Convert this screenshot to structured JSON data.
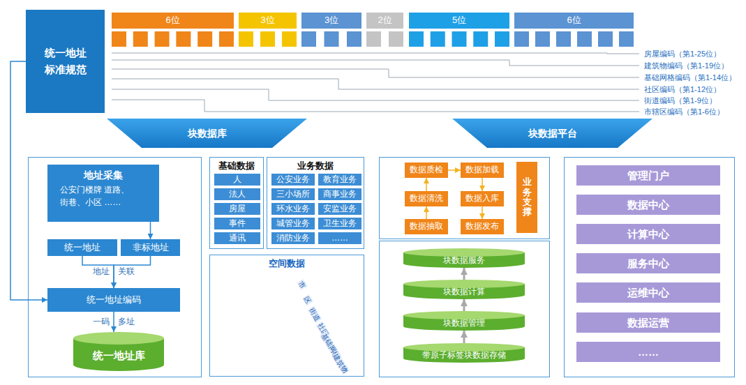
{
  "diagram": {
    "nodes": [
      {
        "text": [
          "统一地址 标准规范"
        ]
      },
      {
        "text": [
          "6位"
        ]
      },
      {
        "text": [
          "3位"
        ]
      },
      {
        "text": [
          "3位"
        ]
      },
      {
        "text": [
          "2位"
        ]
      },
      {
        "text": [
          "5位"
        ]
      },
      {
        "text": [
          "6位"
        ]
      },
      {
        "text": [
          "块数据库"
        ]
      },
      {
        "text": [
          "块数据平台"
        ]
      },
      {
        "text": [
          "地址采集",
          "公安门楼牌 道路、街巷、小区 ……"
        ]
      },
      {
        "text": [
          "统一地址"
        ]
      },
      {
        "text": [
          "非标地址"
        ]
      },
      {
        "text": [
          "统一地址编码"
        ]
      },
      {
        "text": [
          "统一地址库"
        ]
      },
      {
        "text": [
          "基础数据"
        ]
      },
      {
        "text": [
          "人"
        ],
        "in": 14
      },
      {
        "text": [
          "法人"
        ],
        "in": 14
      },
      {
        "text": [
          "房屋"
        ],
        "in": 14
      },
      {
        "text": [
          "事件"
        ],
        "in": 14
      },
      {
        "text": [
          "通讯"
        ],
        "in": 14
      },
      {
        "text": [
          "业务数据"
        ]
      },
      {
        "text": [
          "公安业务"
        ],
        "in": 20
      },
      {
        "text": [
          "教育业务"
        ],
        "in": 20
      },
      {
        "text": [
          "三小场所"
        ],
        "in": 20
      },
      {
        "text": [
          "商事业务"
        ],
        "in": 20
      },
      {
        "text": [
          "环水业务"
        ],
        "in": 20
      },
      {
        "text": [
          "安监业务"
        ],
        "in": 20
      },
      {
        "text": [
          "城管业务"
        ],
        "in": 20
      },
      {
        "text": [
          "卫生业务"
        ],
        "in": 20
      },
      {
        "text": [
          "消防业务"
        ],
        "in": 20
      },
      {
        "text": [
          "……"
        ],
        "in": 20
      },
      {
        "text": [
          "空间数据"
        ]
      },
      {
        "text": [
          "数据质检"
        ]
      },
      {
        "text": [
          "数据加载"
        ]
      },
      {
        "text": [
          "数据清洗"
        ]
      },
      {
        "text": [
          "数据入库"
        ]
      },
      {
        "text": [
          "数据抽取"
        ]
      },
      {
        "text": [
          "数据发布"
        ]
      },
      {
        "text": [
          "业务支撑"
        ]
      },
      {
        "text": [
          "块数据服务"
        ]
      },
      {
        "text": [
          "块数据计算"
        ]
      },
      {
        "text": [
          "块数据管理"
        ]
      },
      {
        "text": [
          "带原子标签块数据存储"
        ]
      },
      {
        "text": [
          "管理门户"
        ]
      },
      {
        "text": [
          "数据中心"
        ]
      },
      {
        "text": [
          "计算中心"
        ]
      },
      {
        "text": [
          "服务中心"
        ]
      },
      {
        "text": [
          "运维中心"
        ]
      },
      {
        "text": [
          "数据运营"
        ]
      },
      {
        "text": [
          "……"
        ]
      }
    ],
    "edges": [
      {
        "from": 9,
        "to": 11,
        "arrow": "to"
      },
      {
        "from": 10,
        "to": 12,
        "arrow": "to"
      },
      {
        "from": 11,
        "to": 12,
        "arrow": "to"
      },
      {
        "from": 0,
        "to": 12,
        "arrow": "to"
      },
      {
        "from": 12,
        "to": 13,
        "arrow": "to"
      },
      {
        "from": 36,
        "to": 34,
        "arrow": "to"
      },
      {
        "from": 34,
        "to": 32,
        "arrow": "to"
      },
      {
        "from": 32,
        "to": 33,
        "arrow": "to"
      },
      {
        "from": 33,
        "to": 35,
        "arrow": "to"
      },
      {
        "from": 35,
        "to": 37,
        "arrow": "to"
      },
      {
        "from": 42,
        "to": 41,
        "arrow": "to"
      },
      {
        "from": 41,
        "to": 40,
        "arrow": "to"
      },
      {
        "from": 40,
        "to": 39,
        "arrow": "to"
      }
    ],
    "labels": [
      "房屋编码（第1-25位）",
      "建筑物编码（第1-19位）",
      "基础网格编码（第1-14位）",
      "社区编码（第1-12位）",
      "街道编码（第1-9位）",
      "市辖区编码（第1-6位）",
      "地址",
      "关联",
      "一码",
      "多址",
      "市",
      "区",
      "街道",
      "社区",
      "基础网格",
      "建筑物"
    ]
  }
}
